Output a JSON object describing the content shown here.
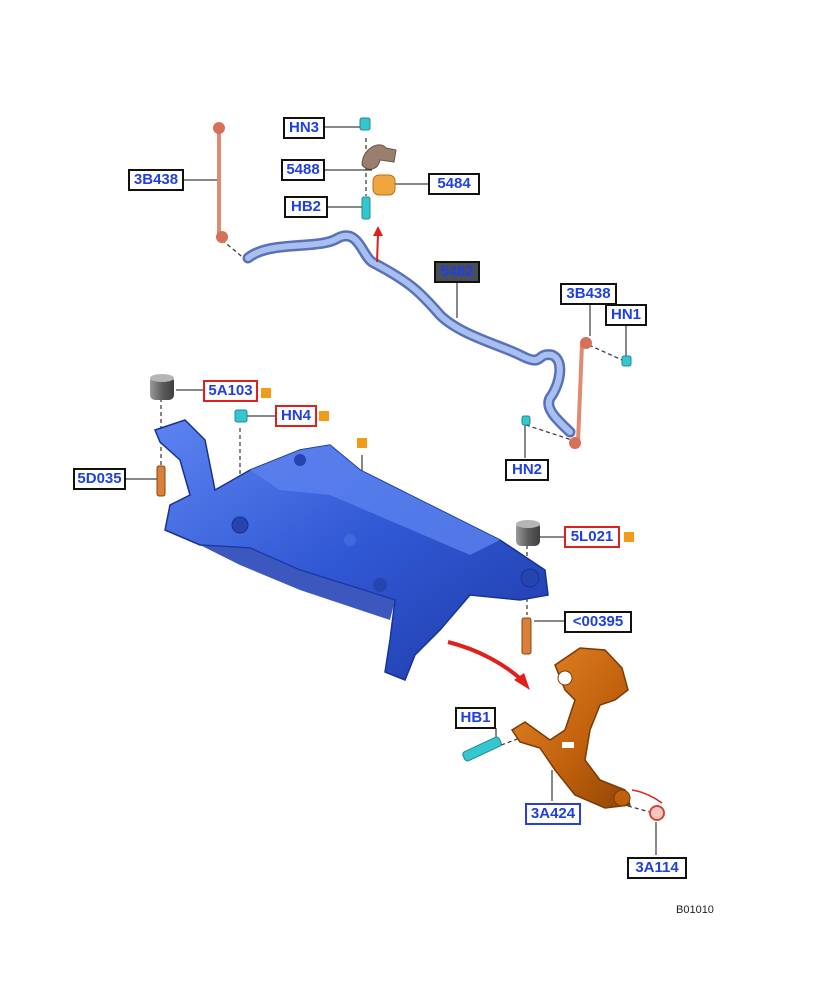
{
  "diagram": {
    "callouts": {
      "hn3": "HN3",
      "c5488": "5488",
      "c5484": "5484",
      "hb2": "HB2",
      "c3b438_left": "3B438",
      "c5482": "5482",
      "c3b438_right": "3B438",
      "hn1": "HN1",
      "c5a103": "5A103",
      "hn4": "HN4",
      "hn2": "HN2",
      "c5d035": "5D035",
      "c5l021": "5L021",
      "c00395": "<00395",
      "hb1": "HB1",
      "c3a424": "3A424",
      "c3a114": "3A114"
    },
    "figure_id": "B01010",
    "colors": {
      "subframe": "#3a5fd6",
      "stabilizer_bar": "#8aa6e0",
      "control_arm": "#c8660e",
      "link": "#e08a72",
      "fastener": "#35c6cf",
      "bushing": "#6f6f6f",
      "marker": "#f39a1b",
      "arrow": "#e0201c"
    }
  }
}
